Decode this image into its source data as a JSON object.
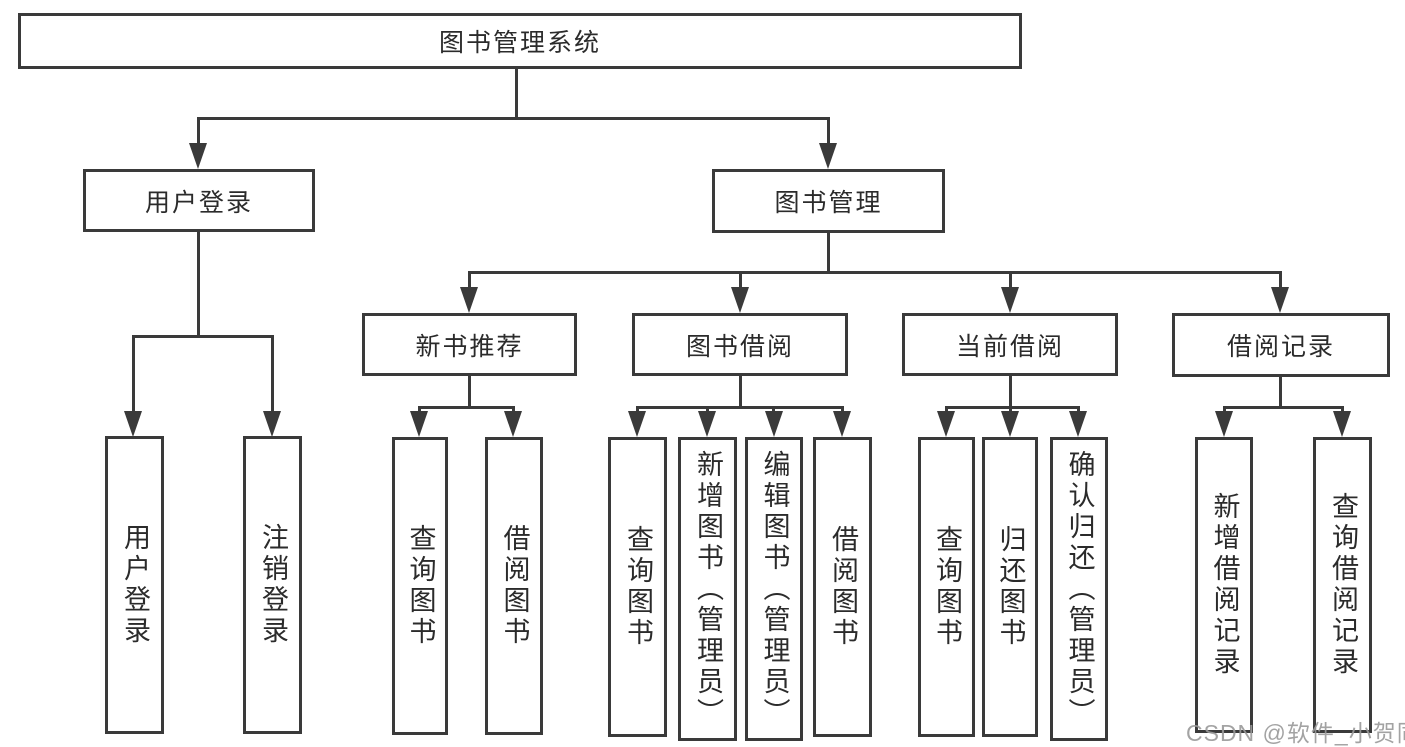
{
  "diagram": {
    "type": "tree",
    "root": {
      "label": "图书管理系统"
    },
    "level2": [
      {
        "id": "user-login",
        "label": "用户登录",
        "parent": "图书管理系统"
      },
      {
        "id": "book-management",
        "label": "图书管理",
        "parent": "图书管理系统"
      }
    ],
    "level3": [
      {
        "id": "new-book-recommend",
        "label": "新书推荐",
        "parent": "图书管理"
      },
      {
        "id": "book-borrowing",
        "label": "图书借阅",
        "parent": "图书管理"
      },
      {
        "id": "current-borrowing",
        "label": "当前借阅",
        "parent": "图书管理"
      },
      {
        "id": "borrowing-records",
        "label": "借阅记录",
        "parent": "图书管理"
      }
    ],
    "leaves": [
      {
        "label": "用户登录",
        "parent": "用户登录"
      },
      {
        "label": "注销登录",
        "parent": "用户登录"
      },
      {
        "label": "查询图书",
        "parent": "新书推荐"
      },
      {
        "label": "借阅图书",
        "parent": "新书推荐"
      },
      {
        "label": "查询图书",
        "parent": "图书借阅"
      },
      {
        "label": "新增图书（管理员）",
        "parent": "图书借阅"
      },
      {
        "label": "编辑图书（管理员）",
        "parent": "图书借阅"
      },
      {
        "label": "借阅图书",
        "parent": "图书借阅"
      },
      {
        "label": "查询图书",
        "parent": "当前借阅"
      },
      {
        "label": "归还图书",
        "parent": "当前借阅"
      },
      {
        "label": "确认归还（管理员）",
        "parent": "当前借阅"
      },
      {
        "label": "新增借阅记录",
        "parent": "借阅记录"
      },
      {
        "label": "查询借阅记录",
        "parent": "借阅记录"
      }
    ]
  },
  "watermark": {
    "text": "CSDN @软件_小贺同学"
  },
  "colors": {
    "line": "#3a3a3a",
    "text": "#2b2b2b",
    "box_fill": "#ffffff",
    "watermark": "#9a9a9a"
  }
}
